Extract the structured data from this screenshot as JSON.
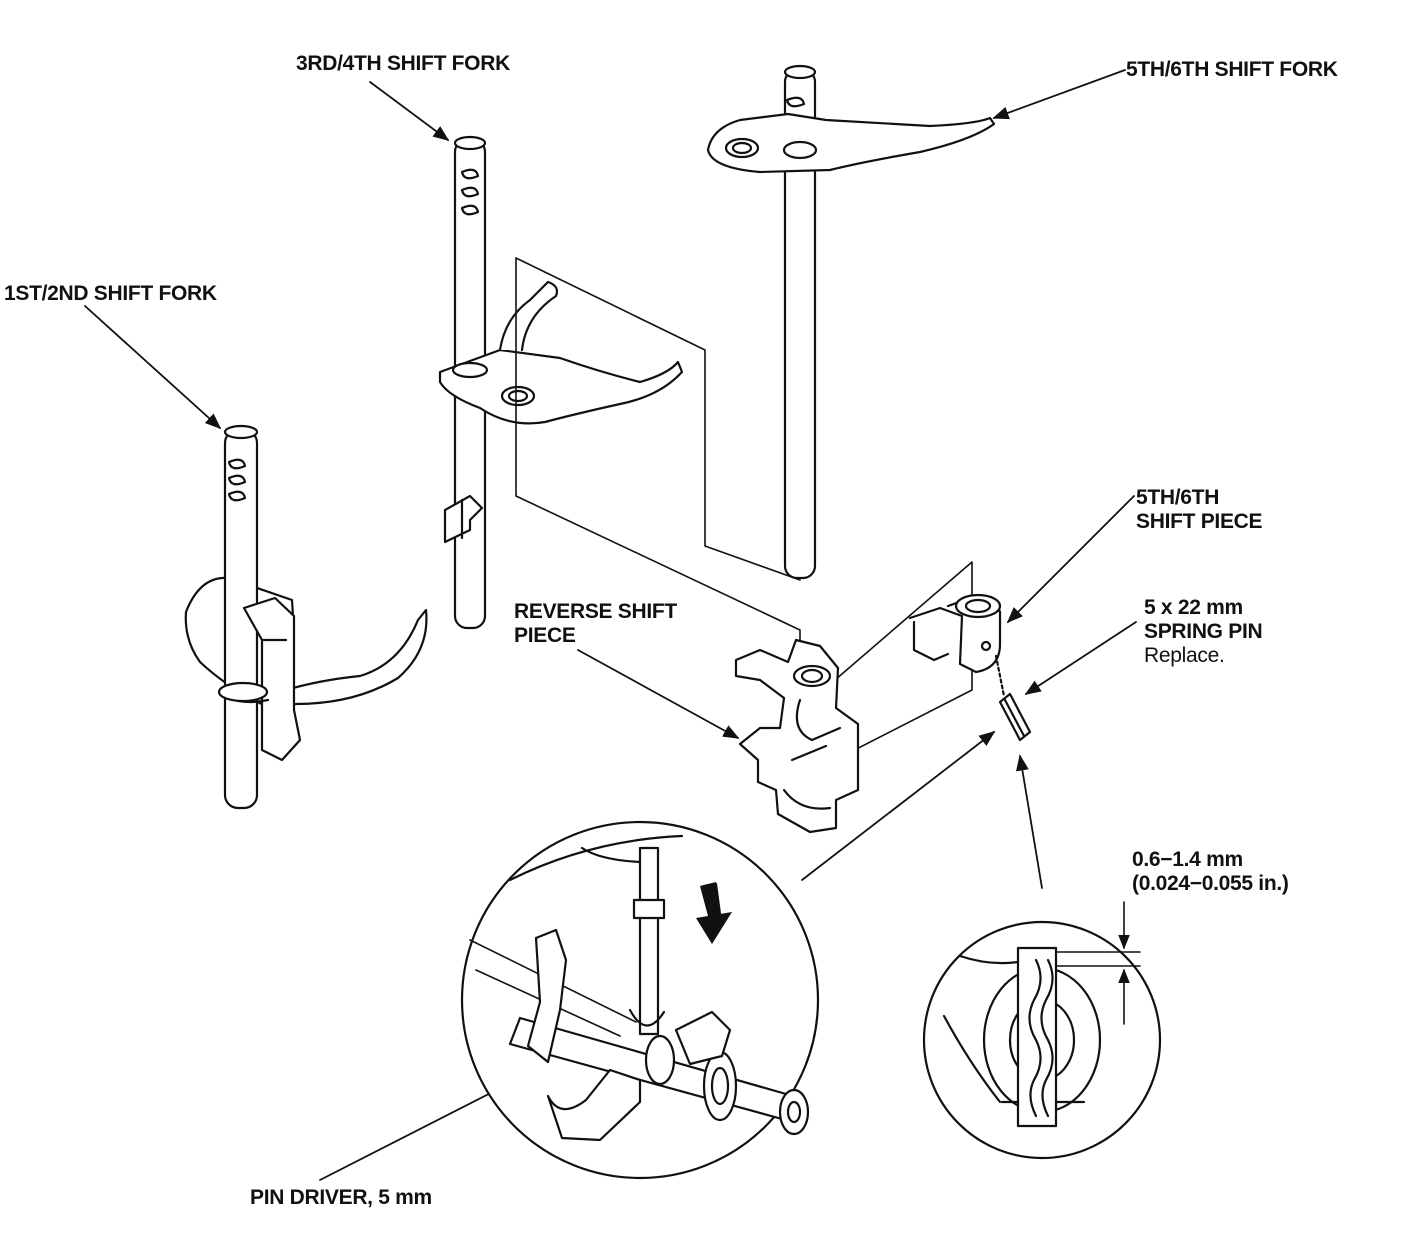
{
  "labels": {
    "fork_34": "3RD/4TH SHIFT FORK",
    "fork_56": "5TH/6TH SHIFT FORK",
    "fork_12": "1ST/2ND SHIFT FORK",
    "piece_56_line1": "5TH/6TH",
    "piece_56_line2": "SHIFT PIECE",
    "reverse_line1": "REVERSE SHIFT",
    "reverse_line2": "PIECE",
    "pin_line1": "5 x 22 mm",
    "pin_line2": "SPRING PIN",
    "pin_line3": "Replace.",
    "gap_line1": "0.6−1.4 mm",
    "gap_line2": "(0.024−0.055 in.)",
    "pin_driver": "PIN DRIVER, 5 mm"
  },
  "colors": {
    "line": "#111111",
    "paper": "#ffffff"
  }
}
